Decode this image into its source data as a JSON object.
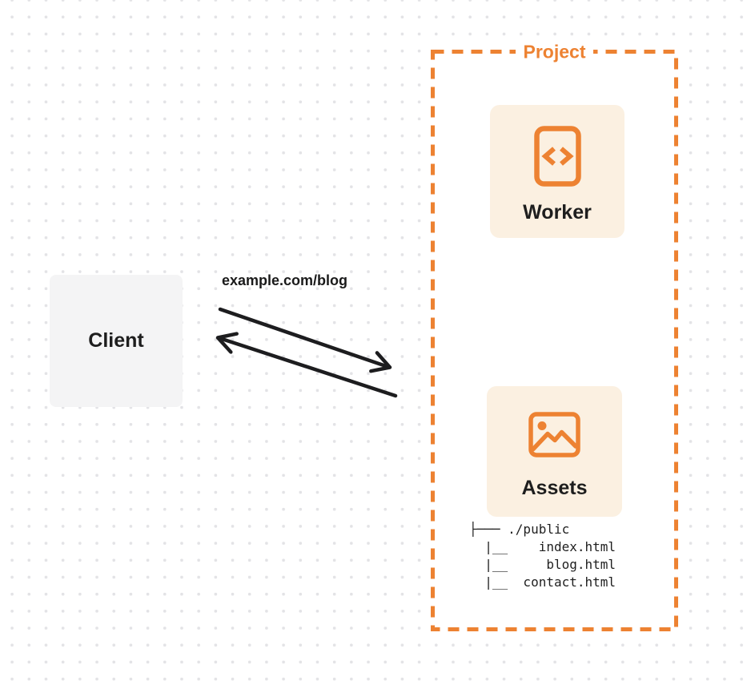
{
  "diagram": {
    "client": {
      "label": "Client"
    },
    "request": {
      "url": "example.com/blog"
    },
    "project": {
      "label": "Project",
      "worker": {
        "label": "Worker",
        "icon": "code-icon"
      },
      "assets": {
        "label": "Assets",
        "icon": "image-icon"
      },
      "file_tree": "├─── ./public\n  |__    index.html\n  |__     blog.html\n  |__  contact.html"
    },
    "colors": {
      "accent_orange": "#ED8232",
      "node_bg": "#FBF0E1",
      "client_bg": "#F4F4F5",
      "text": "#1E1E1E",
      "arrow": "#1D1D1F",
      "dots": "#E3E3E6"
    }
  }
}
